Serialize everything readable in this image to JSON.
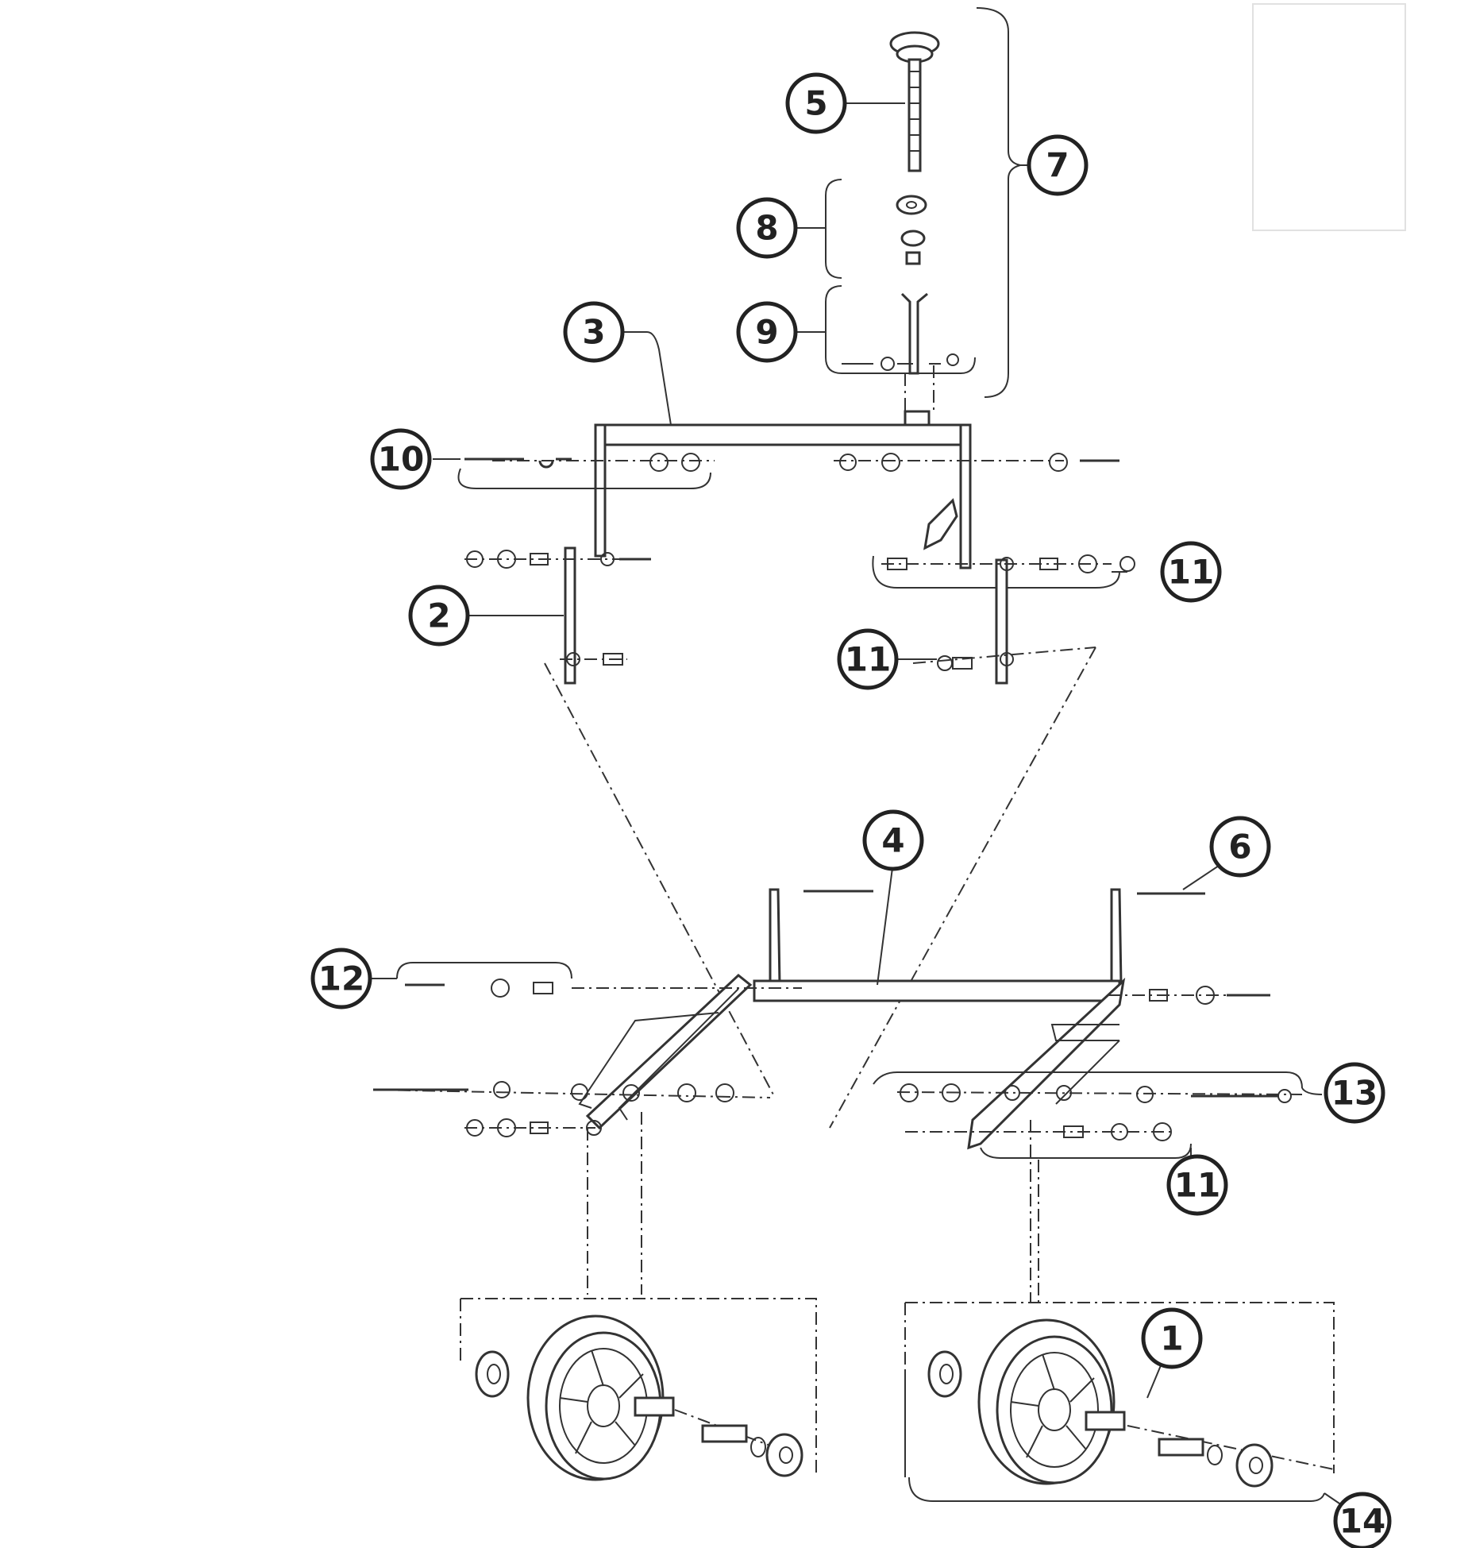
{
  "diagram": {
    "callouts": [
      {
        "id": "c5",
        "label": "5"
      },
      {
        "id": "c7",
        "label": "7"
      },
      {
        "id": "c8",
        "label": "8"
      },
      {
        "id": "c9",
        "label": "9"
      },
      {
        "id": "c3",
        "label": "3"
      },
      {
        "id": "c10",
        "label": "10"
      },
      {
        "id": "c2",
        "label": "2"
      },
      {
        "id": "c11a",
        "label": "11"
      },
      {
        "id": "c11b",
        "label": "11"
      },
      {
        "id": "c4",
        "label": "4"
      },
      {
        "id": "c6",
        "label": "6"
      },
      {
        "id": "c12",
        "label": "12"
      },
      {
        "id": "c13",
        "label": "13"
      },
      {
        "id": "c11c",
        "label": "11"
      },
      {
        "id": "c1",
        "label": "1"
      },
      {
        "id": "c14",
        "label": "14"
      }
    ]
  },
  "colors": {
    "ink": "#333333",
    "paper": "#ffffff"
  }
}
